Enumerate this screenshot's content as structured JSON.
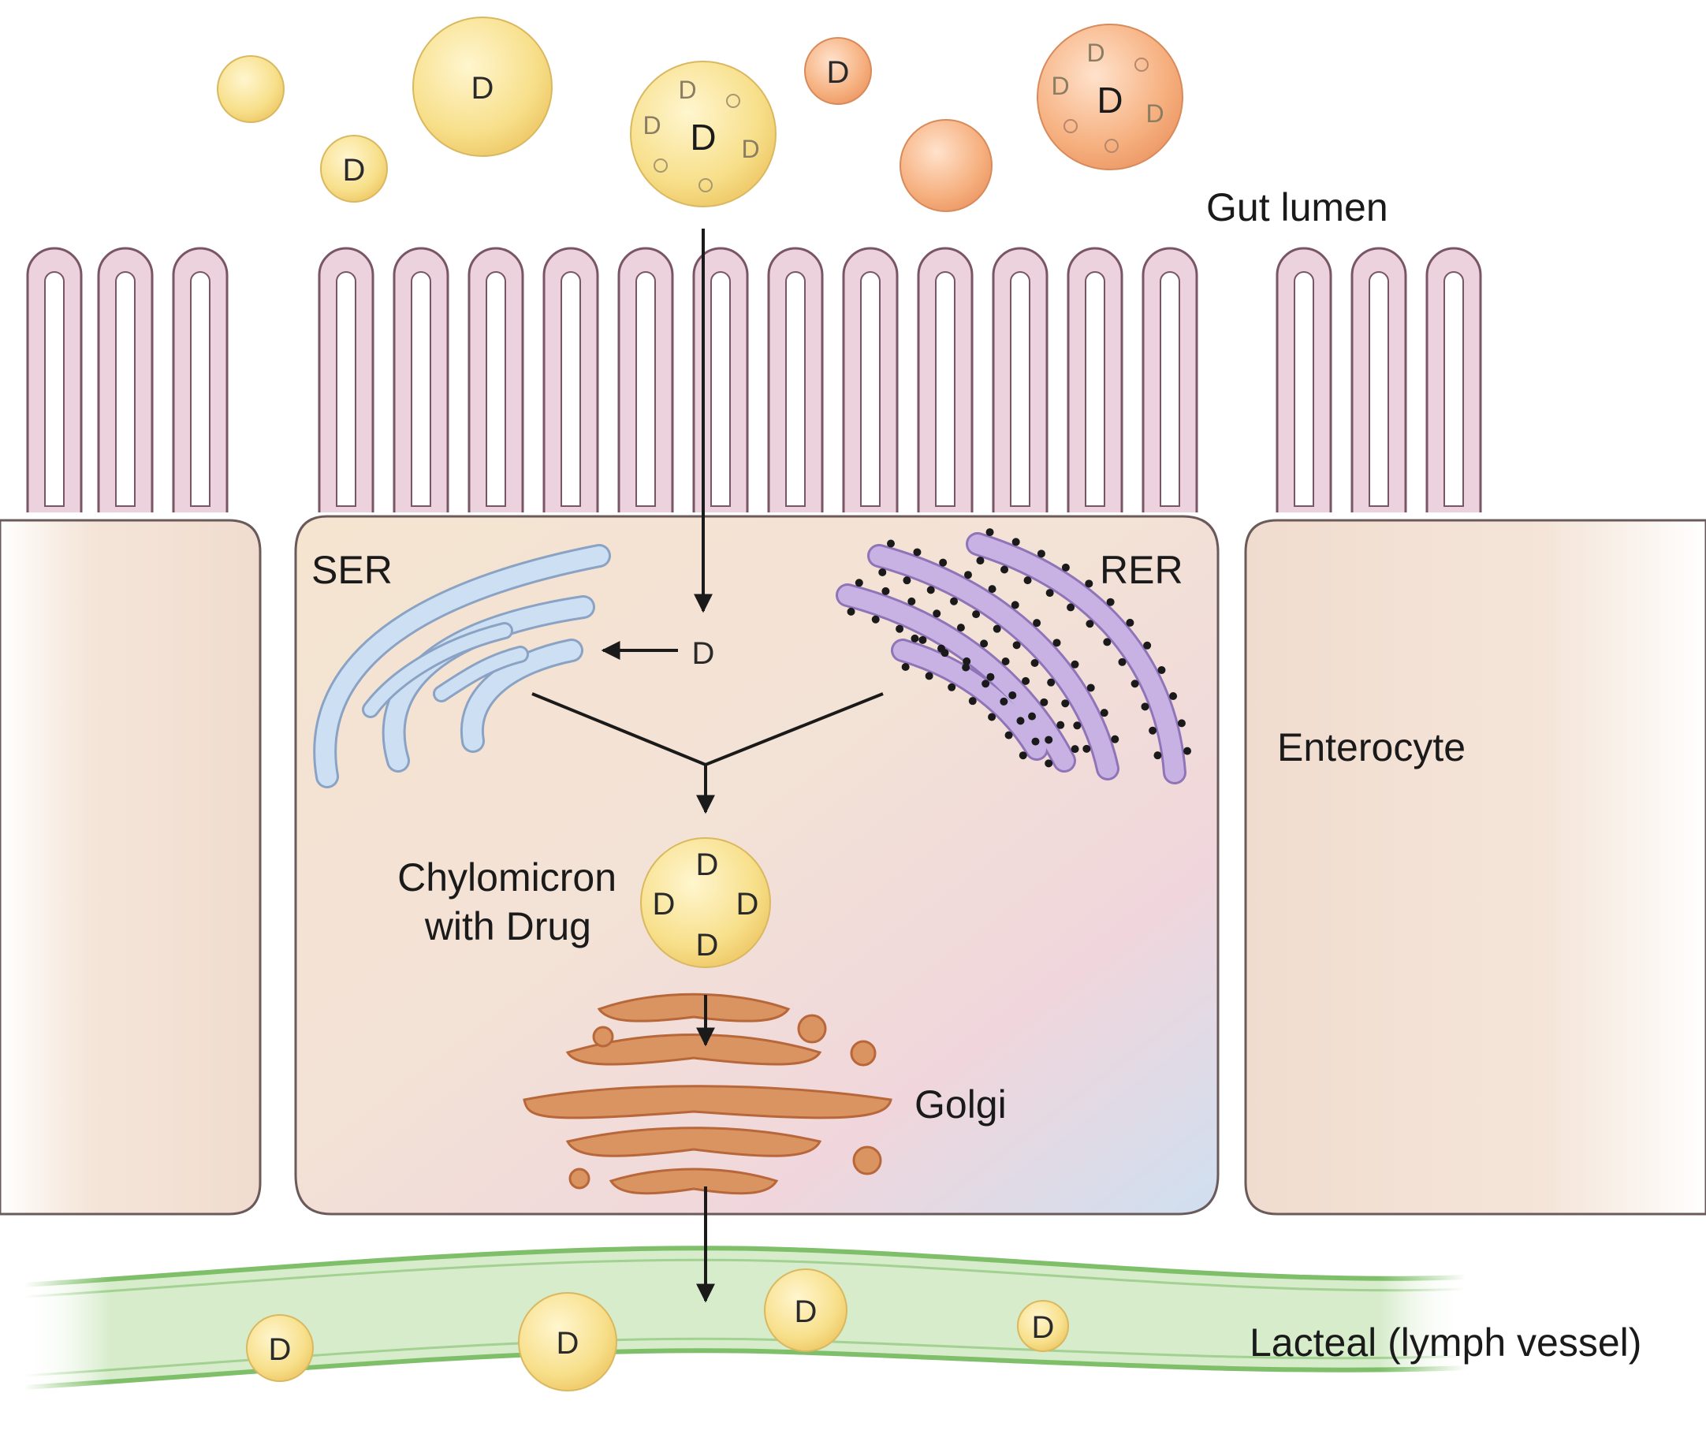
{
  "labels": {
    "gut_lumen": "Gut lumen",
    "ser": "SER",
    "rer": "RER",
    "enterocyte": "Enterocyte",
    "chylomicron_line1": "Chylomicron",
    "chylomicron_line2": "with Drug",
    "golgi": "Golgi",
    "lacteal": "Lacteal (lymph vessel)"
  },
  "drug_symbol": "D",
  "colors": {
    "droplet_yellow": "#f7df8a",
    "droplet_orange": "#f6b07f",
    "villus_pink": "#ecd2dc",
    "cytoplasm_peach": "#f4e2d2",
    "ser_blue": "#c6d9ee",
    "rer_purple": "#bfa9dc",
    "golgi_brown": "#d68f5f",
    "lacteal_green": "#d6eccb"
  }
}
